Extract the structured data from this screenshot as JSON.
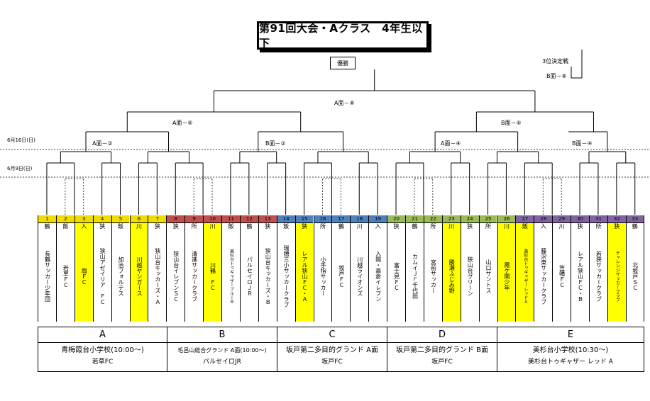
{
  "title": "第91回大会・Aクラス　4年生以下",
  "champion_label": "優勝",
  "third_place": {
    "label": "3位決定戦",
    "court": "B面－⑧"
  },
  "dates": {
    "round2": "6月16日(日)",
    "round1": "6月9日(日)"
  },
  "rounds": {
    "final": "A面－⑧",
    "semi_left": "A面－⑥",
    "semi_right": "B面－⑥",
    "qf1": "A面－②",
    "qf2": "B面－②",
    "qf3": "A面－④",
    "qf4": "B面－④"
  },
  "colors": {
    "highlight": "#ffff00",
    "A": "#f0dc00",
    "B": "#c0504d",
    "C": "#4f81bd",
    "D": "#9bbb59",
    "E": "#8064a2"
  },
  "teams": [
    {
      "num": "1",
      "city": "鶴",
      "name": "長鶴サッカー少年団",
      "group": "A",
      "hl": false
    },
    {
      "num": "2",
      "city": "飯",
      "name": "若草ＦＣ",
      "group": "A",
      "hl": false
    },
    {
      "num": "3",
      "city": "入",
      "name": "扇ＦＣ",
      "group": "A",
      "hl": true
    },
    {
      "num": "4",
      "city": "狭",
      "name": "狭山アゼイリア　ＦＣ",
      "group": "A",
      "hl": false
    },
    {
      "num": "5",
      "city": "飯",
      "name": "加治フォルテス",
      "group": "A",
      "hl": false
    },
    {
      "num": "6",
      "city": "川",
      "name": "川越ヤンガース",
      "group": "A",
      "hl": true
    },
    {
      "num": "7",
      "city": "狭",
      "name": "狭山台キッカーズ・Ａ",
      "group": "A",
      "hl": false
    },
    {
      "num": "8",
      "city": "狭",
      "name": "狭山台イレブンＳＣ",
      "group": "B",
      "hl": false
    },
    {
      "num": "9",
      "city": "所",
      "name": "清進サッカークラブ",
      "group": "B",
      "hl": false
    },
    {
      "num": "10",
      "city": "川",
      "name": "川鶴　ＦＣ",
      "group": "B",
      "hl": true
    },
    {
      "num": "11",
      "city": "飯",
      "name": "美杉台トゥギャザーブルーＢ",
      "group": "B",
      "hl": false,
      "small": true
    },
    {
      "num": "12",
      "city": "鶴",
      "name": "パルセイロＪＲ",
      "group": "B",
      "hl": false
    },
    {
      "num": "13",
      "city": "狭",
      "name": "狭山台キッカーズ・Ｂ",
      "group": "B",
      "hl": false
    },
    {
      "num": "14",
      "city": "飯",
      "name": "瑞穂三小サッカークラブ",
      "group": "C",
      "hl": false
    },
    {
      "num": "15",
      "city": "狭",
      "name": "レアル狭山ＦＣ・Ａ",
      "group": "C",
      "hl": true
    },
    {
      "num": "16",
      "city": "所",
      "name": "小手指サッカー",
      "group": "C",
      "hl": false
    },
    {
      "num": "17",
      "city": "鶴",
      "name": "坂戸ＦＣ",
      "group": "C",
      "hl": false
    },
    {
      "num": "18",
      "city": "川",
      "name": "川越ライオンズ",
      "group": "C",
      "hl": false
    },
    {
      "num": "19",
      "city": "入",
      "name": "入間・高倉イレブン",
      "group": "C",
      "hl": false
    },
    {
      "num": "20",
      "city": "狭",
      "name": "富士見ＦＣ",
      "group": "D",
      "hl": false
    },
    {
      "num": "21",
      "city": "鶴",
      "name": "カムイＪｒ千代田",
      "group": "D",
      "hl": false
    },
    {
      "num": "22",
      "city": "所",
      "name": "宮前サッカー",
      "group": "D",
      "hl": false
    },
    {
      "num": "23",
      "city": "川",
      "name": "勝瀬ふじみ野",
      "group": "D",
      "hl": true
    },
    {
      "num": "24",
      "city": "狭",
      "name": "狭山台グリーン",
      "group": "D",
      "hl": false
    },
    {
      "num": "25",
      "city": "所",
      "name": "山口サントス",
      "group": "D",
      "hl": false
    },
    {
      "num": "26",
      "city": "川",
      "name": "霞ケ関少年",
      "group": "D",
      "hl": true
    },
    {
      "num": "27",
      "city": "飯",
      "name": "美杉台トゥギャザーレッドＡ",
      "group": "E",
      "hl": true,
      "small": true
    },
    {
      "num": "28",
      "city": "入",
      "name": "藤沢東サッカークラブ",
      "group": "E",
      "hl": false
    },
    {
      "num": "29",
      "city": "川",
      "name": "笠幡ＦＣ",
      "group": "E",
      "hl": false
    },
    {
      "num": "30",
      "city": "狭",
      "name": "レアル狭山ＦＣ・Ｂ",
      "group": "E",
      "hl": false
    },
    {
      "num": "31",
      "city": "所",
      "name": "若狭サッカークラブ",
      "group": "E",
      "hl": false
    },
    {
      "num": "32",
      "city": "狭",
      "name": "チャレンジサッカークラブ",
      "group": "E",
      "hl": true,
      "small": true
    },
    {
      "num": "33",
      "city": "鶴",
      "name": "北坂戸ＳＣ",
      "group": "E",
      "hl": false
    }
  ],
  "venues": [
    {
      "letter": "A",
      "name": "青梅霞台小学校(10:00～)",
      "club": "若草FC",
      "small": false
    },
    {
      "letter": "B",
      "name": "毛呂山総合グランド A面(10:00～)",
      "club": "パルセイロJR",
      "small": true
    },
    {
      "letter": "C",
      "name": "坂戸第二多目的グランド A面",
      "club": "坂戸FC",
      "small": false
    },
    {
      "letter": "D",
      "name": "坂戸第二多目的グランド B面",
      "club": "坂戸FC",
      "small": false
    },
    {
      "letter": "E",
      "name": "美杉台小学校(10:30～)",
      "club": "美杉台トゥギャザー レッド A",
      "small": false
    }
  ]
}
